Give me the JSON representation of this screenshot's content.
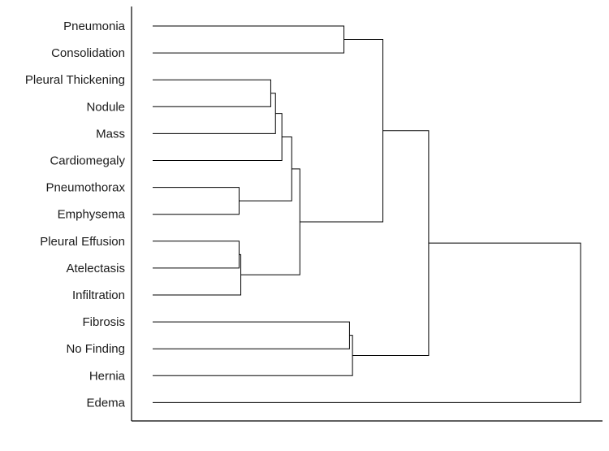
{
  "dendrogram": {
    "orientation": "horizontal",
    "leaves": [
      "Pneumonia",
      "Consolidation",
      "Pleural Thickening",
      "Nodule",
      "Mass",
      "Cardiomegaly",
      "Pneumothorax",
      "Emphysema",
      "Pleural Effusion",
      "Atelectasis",
      "Infiltration",
      "Fibrosis",
      "No Finding",
      "Hernia",
      "Edema"
    ],
    "merges": [
      {
        "id": "c1",
        "children": [
          "Pleural Thickening",
          "Nodule"
        ],
        "height": 0.276
      },
      {
        "id": "c2",
        "children": [
          "c1",
          "Mass"
        ],
        "height": 0.287
      },
      {
        "id": "c3",
        "children": [
          "c2",
          "Cardiomegaly"
        ],
        "height": 0.302
      },
      {
        "id": "c4",
        "children": [
          "Pneumothorax",
          "Emphysema"
        ],
        "height": 0.202
      },
      {
        "id": "c5",
        "children": [
          "c3",
          "c4"
        ],
        "height": 0.325
      },
      {
        "id": "c6",
        "children": [
          "Pleural Effusion",
          "Atelectasis"
        ],
        "height": 0.202
      },
      {
        "id": "c7",
        "children": [
          "c6",
          "Infiltration"
        ],
        "height": 0.206
      },
      {
        "id": "c8",
        "children": [
          "c5",
          "c7"
        ],
        "height": 0.344
      },
      {
        "id": "c9",
        "children": [
          "Pneumonia",
          "Consolidation"
        ],
        "height": 0.447
      },
      {
        "id": "c10",
        "children": [
          "c9",
          "c8"
        ],
        "height": 0.538
      },
      {
        "id": "c11",
        "children": [
          "Fibrosis",
          "No Finding"
        ],
        "height": 0.46
      },
      {
        "id": "c12",
        "children": [
          "c11",
          "Hernia"
        ],
        "height": 0.467
      },
      {
        "id": "c13",
        "children": [
          "c10",
          "c12"
        ],
        "height": 0.645
      },
      {
        "id": "c14",
        "children": [
          "c13",
          "Edema"
        ],
        "height": 1.0
      }
    ]
  }
}
